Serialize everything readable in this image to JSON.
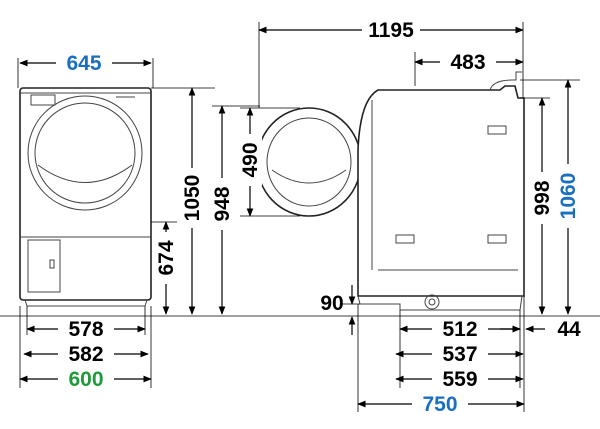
{
  "colors": {
    "black": "#000000",
    "blue": "#1a6fc0",
    "green": "#1f9a3a"
  },
  "front_view": {
    "width_top": "645",
    "height_1050": "1050",
    "height_674": "674",
    "bottom_578": "578",
    "bottom_582": "582",
    "bottom_600": "600"
  },
  "door_view": {
    "depth_1195": "1195",
    "height_948": "948",
    "door_490": "490"
  },
  "side_view": {
    "top_483": "483",
    "height_998": "998",
    "height_1060": "1060",
    "clearance_90": "90",
    "offset_44": "44",
    "bottom_512": "512",
    "bottom_537": "537",
    "bottom_559": "559",
    "bottom_750": "750"
  }
}
